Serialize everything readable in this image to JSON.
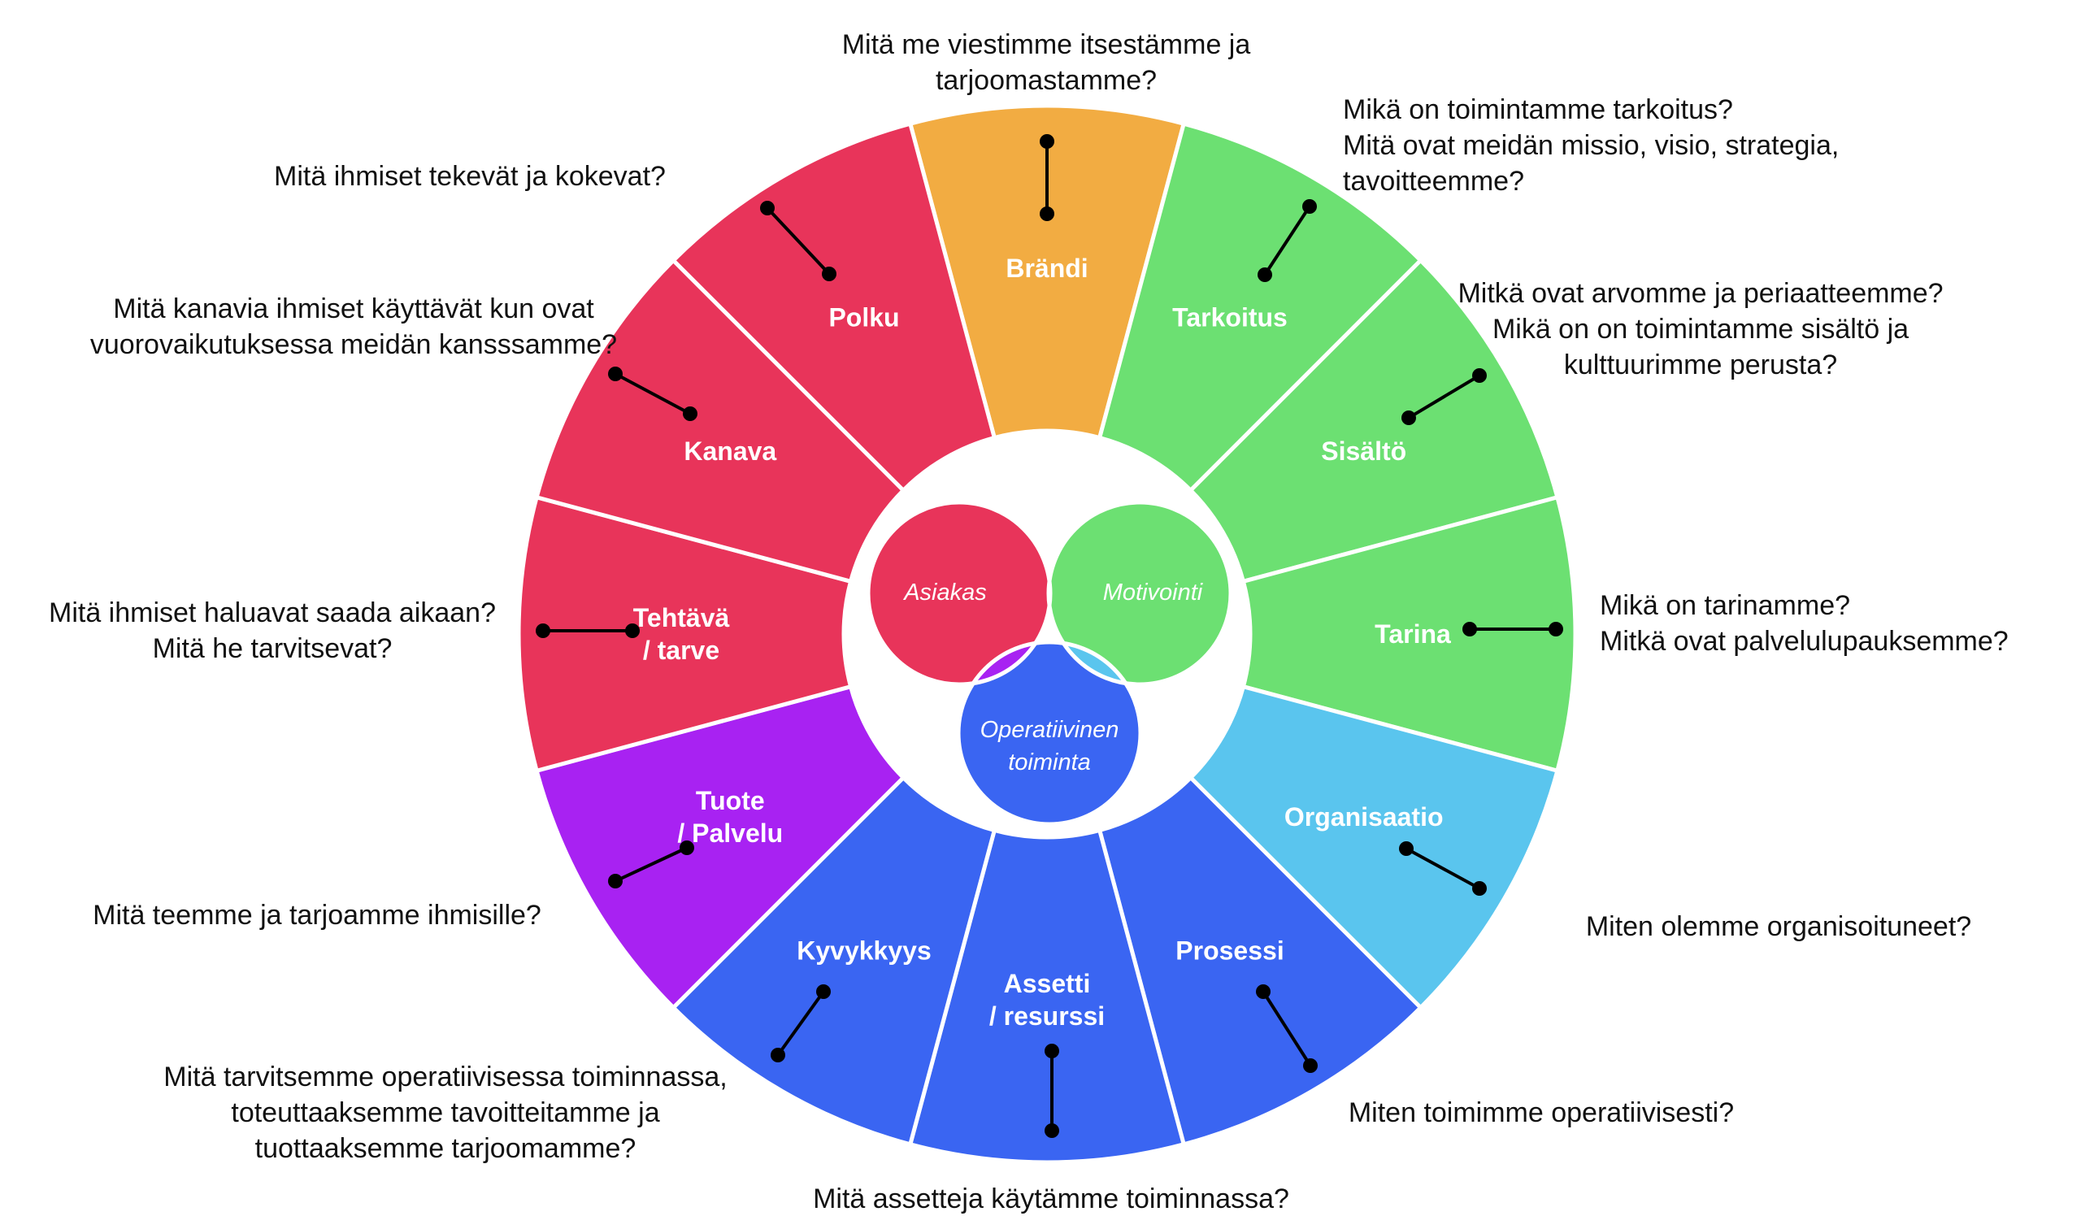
{
  "diagram": {
    "colors": {
      "customer": "#E8345A",
      "brand": "#F2AC42",
      "motivation": "#6CE072",
      "organisation": "#5AC5EE",
      "operations": "#3A65F2",
      "product": "#A822F2",
      "customer_motivation_overlap": "#F2AC42",
      "customer_operations_overlap": "#A822F2",
      "motivation_operations_overlap": "#5AC5EE",
      "separator": "#ffffff",
      "text": "#111111"
    },
    "segments": [
      {
        "id": "brandi",
        "lines": [
          "Brändi"
        ],
        "color_key": "brand"
      },
      {
        "id": "tarkoitus",
        "lines": [
          "Tarkoitus"
        ],
        "color_key": "motivation"
      },
      {
        "id": "sisalto",
        "lines": [
          "Sisältö"
        ],
        "color_key": "motivation"
      },
      {
        "id": "tarina",
        "lines": [
          "Tarina"
        ],
        "color_key": "motivation"
      },
      {
        "id": "organisaatio",
        "lines": [
          "Organisaatio"
        ],
        "color_key": "organisation"
      },
      {
        "id": "prosessi",
        "lines": [
          "Prosessi"
        ],
        "color_key": "operations"
      },
      {
        "id": "assetti",
        "lines": [
          "Assetti",
          "/ resurssi"
        ],
        "color_key": "operations"
      },
      {
        "id": "kyvykkyys",
        "lines": [
          "Kyvykkyys"
        ],
        "color_key": "operations"
      },
      {
        "id": "tuote",
        "lines": [
          "Tuote",
          "/ Palvelu"
        ],
        "color_key": "product"
      },
      {
        "id": "tehtava",
        "lines": [
          "Tehtävä",
          "/ tarve"
        ],
        "color_key": "customer"
      },
      {
        "id": "kanava",
        "lines": [
          "Kanava"
        ],
        "color_key": "customer"
      },
      {
        "id": "polku",
        "lines": [
          "Polku"
        ],
        "color_key": "customer"
      }
    ],
    "venn": {
      "customer": "Asiakas",
      "motivation": "Motivointi",
      "operations": [
        "Operatiivinen",
        "toiminta"
      ]
    },
    "questions": {
      "brandi": [
        "Mitä me viestimme itsestämme ja",
        "tarjoomastamme?"
      ],
      "tarkoitus": [
        "Mikä on toimintamme tarkoitus?",
        "Mitä ovat meidän missio, visio, strategia,",
        "tavoitteemme?"
      ],
      "sisalto": [
        "Mitkä ovat arvomme ja periaatteemme?",
        "Mikä on on toimintamme sisältö ja",
        "kulttuurimme perusta?"
      ],
      "tarina": [
        "Mikä on tarinamme?",
        "Mitkä ovat palvelulupauksemme?"
      ],
      "organisaatio": [
        "Miten olemme organisoituneet?"
      ],
      "prosessi": [
        "Miten toimimme operatiivisesti?"
      ],
      "assetti": [
        "Mitä assetteja käytämme toiminnassa?"
      ],
      "kyvykkyys": [
        "Mitä tarvitsemme operatiivisessa toiminnassa,",
        "toteuttaaksemme tavoitteitamme ja",
        "tuottaaksemme tarjoomamme?"
      ],
      "tuote": [
        "Mitä teemme ja tarjoamme ihmisille?"
      ],
      "tehtava": [
        "Mitä ihmiset haluavat saada aikaan?",
        "Mitä he tarvitsevat?"
      ],
      "kanava": [
        "Mitä kanavia ihmiset käyttävät kun ovat",
        "vuorovaikutuksessa meidän kansssamme?"
      ],
      "polku": [
        "Mitä ihmiset tekevät ja kokevat?"
      ]
    }
  }
}
